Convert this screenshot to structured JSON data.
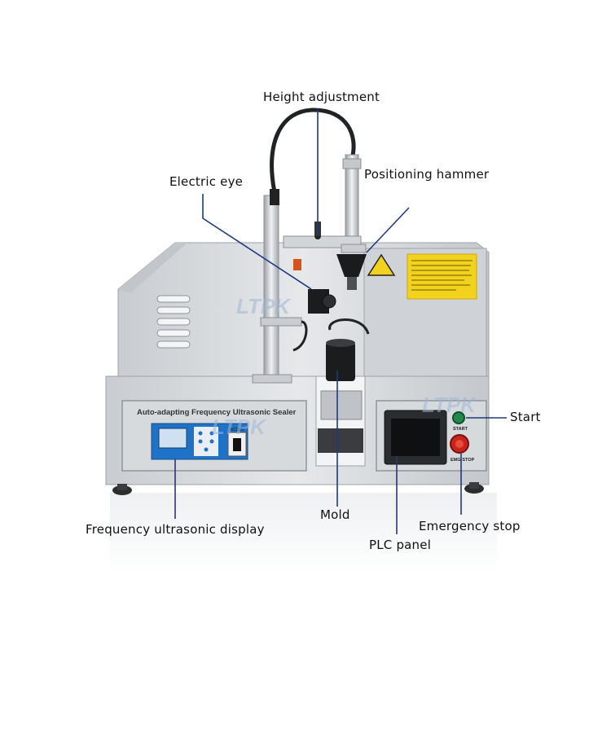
{
  "labels": {
    "height_adjustment": "Height adjustment",
    "electric_eye": "Electric eye",
    "positioning_hammer": "Positioning hammer",
    "start": "Start",
    "mold": "Mold",
    "frequency_display": "Frequency ultrasonic display",
    "emergency_stop": "Emergency stop",
    "plc_panel": "PLC panel"
  },
  "machine": {
    "panel_title": "Auto-adapting  Frequency  Ultrasonic Sealer",
    "brand": "LTPK",
    "start_text": "START",
    "emg_text": "EMG-STOP",
    "ac_text": "AC110V"
  },
  "colors": {
    "leader_line": "#1f3a7a",
    "body_light": "#d9dcdf",
    "body_mid": "#b8bcc1",
    "display_blue": "#1e73c9",
    "warning_yellow": "#f2d21c",
    "start_green": "#1f8a4c",
    "stop_red": "#c8241e"
  }
}
